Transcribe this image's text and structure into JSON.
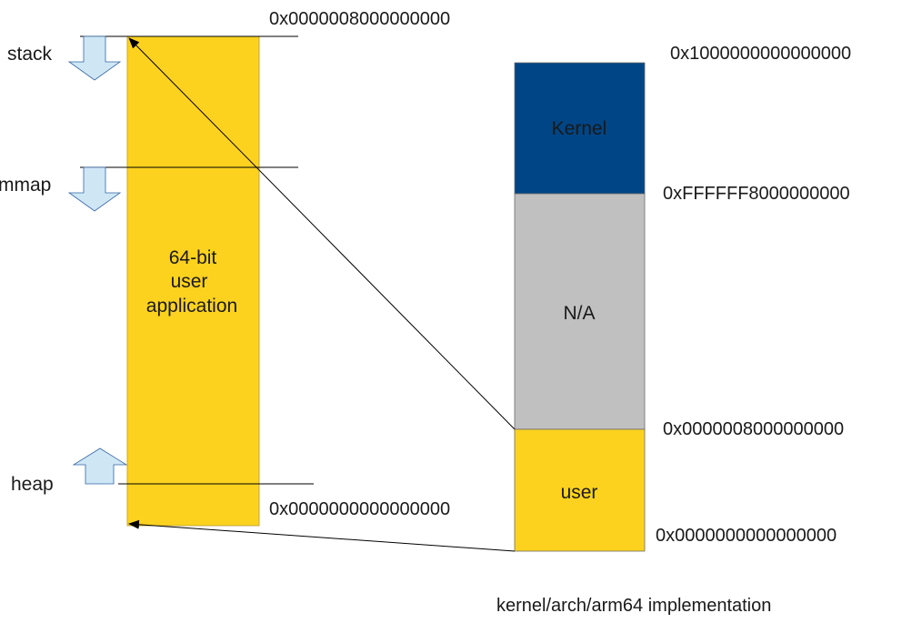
{
  "colors": {
    "user_yellow": "#fdd21f",
    "kernel_blue": "#004586",
    "na_gray": "#c0c0c0",
    "arrow_fill": "#cfe7f5",
    "arrow_stroke": "#3465a4",
    "line": "#000000",
    "text": "#1a1a1a"
  },
  "left": {
    "app_label_lines": [
      "64-bit",
      "user",
      "application"
    ],
    "regions": {
      "stack": "stack",
      "mmap": "mmap",
      "heap": "heap"
    },
    "addr_top": "0x0000008000000000",
    "addr_bottom": "0x0000000000000000"
  },
  "right": {
    "segments": {
      "kernel": "Kernel",
      "na": "N/A",
      "user": "user"
    },
    "addresses": {
      "top": "0x1000000000000000",
      "kernel_start": "0xFFFFFF8000000000",
      "user_end": "0x0000008000000000",
      "bottom": "0x0000000000000000"
    },
    "caption": "kernel/arch/arm64 implementation"
  },
  "icons": {
    "stack_arrow": "down-arrow-icon",
    "mmap_arrow": "down-arrow-icon",
    "heap_arrow": "up-arrow-icon"
  }
}
